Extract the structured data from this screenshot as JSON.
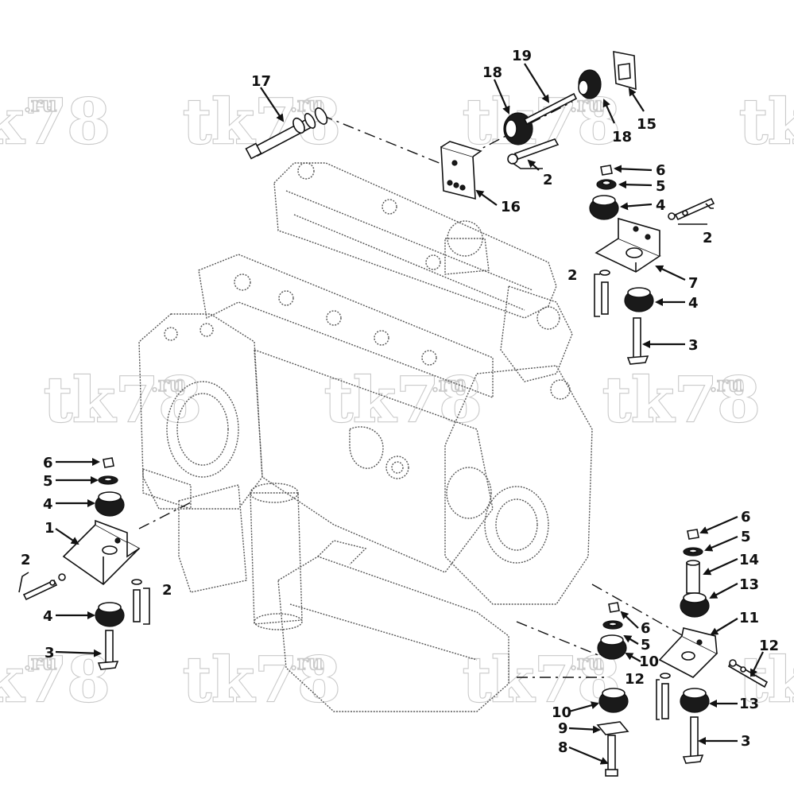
{
  "watermark": {
    "main": "tk78",
    "suffix": ".ru"
  },
  "callouts": [
    {
      "id": "c17",
      "label": "17"
    },
    {
      "id": "c19",
      "label": "19"
    },
    {
      "id": "c18a",
      "label": "18"
    },
    {
      "id": "c18b",
      "label": "18"
    },
    {
      "id": "c15",
      "label": "15"
    },
    {
      "id": "c16",
      "label": "16"
    },
    {
      "id": "c2a",
      "label": "2"
    },
    {
      "id": "c6a",
      "label": "6"
    },
    {
      "id": "c5a",
      "label": "5"
    },
    {
      "id": "c4a",
      "label": "4"
    },
    {
      "id": "c2b",
      "label": "2"
    },
    {
      "id": "c7",
      "label": "7"
    },
    {
      "id": "c2c",
      "label": "2"
    },
    {
      "id": "c4b",
      "label": "4"
    },
    {
      "id": "c3a",
      "label": "3"
    },
    {
      "id": "c6b",
      "label": "6"
    },
    {
      "id": "c5b",
      "label": "5"
    },
    {
      "id": "c4c",
      "label": "4"
    },
    {
      "id": "c1",
      "label": "1"
    },
    {
      "id": "c2d",
      "label": "2"
    },
    {
      "id": "c2e",
      "label": "2"
    },
    {
      "id": "c4d",
      "label": "4"
    },
    {
      "id": "c3b",
      "label": "3"
    },
    {
      "id": "c6c",
      "label": "6"
    },
    {
      "id": "c5c",
      "label": "5"
    },
    {
      "id": "c14",
      "label": "14"
    },
    {
      "id": "c13a",
      "label": "13"
    },
    {
      "id": "c11",
      "label": "11"
    },
    {
      "id": "c6d",
      "label": "6"
    },
    {
      "id": "c5d",
      "label": "5"
    },
    {
      "id": "c10a",
      "label": "10"
    },
    {
      "id": "c12a",
      "label": "12"
    },
    {
      "id": "c12b",
      "label": "12"
    },
    {
      "id": "c13b",
      "label": "13"
    },
    {
      "id": "c10b",
      "label": "10"
    },
    {
      "id": "c9",
      "label": "9"
    },
    {
      "id": "c8",
      "label": "8"
    },
    {
      "id": "c3c",
      "label": "3"
    }
  ]
}
